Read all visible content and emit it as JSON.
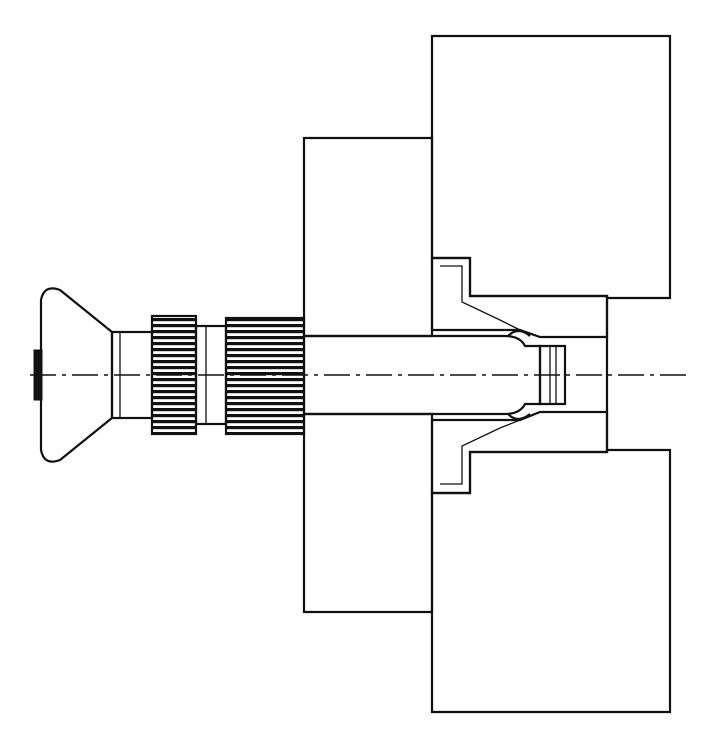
{
  "drawing": {
    "kind": "mechanical-section-drawing",
    "parts": [
      "mounting-plate",
      "front-plate",
      "threaded-bushing",
      "plunger-pin",
      "knurled-lock-nut",
      "knurled-grip",
      "mushroom-knob"
    ],
    "line_color": "#111111",
    "background": "#ffffff"
  }
}
